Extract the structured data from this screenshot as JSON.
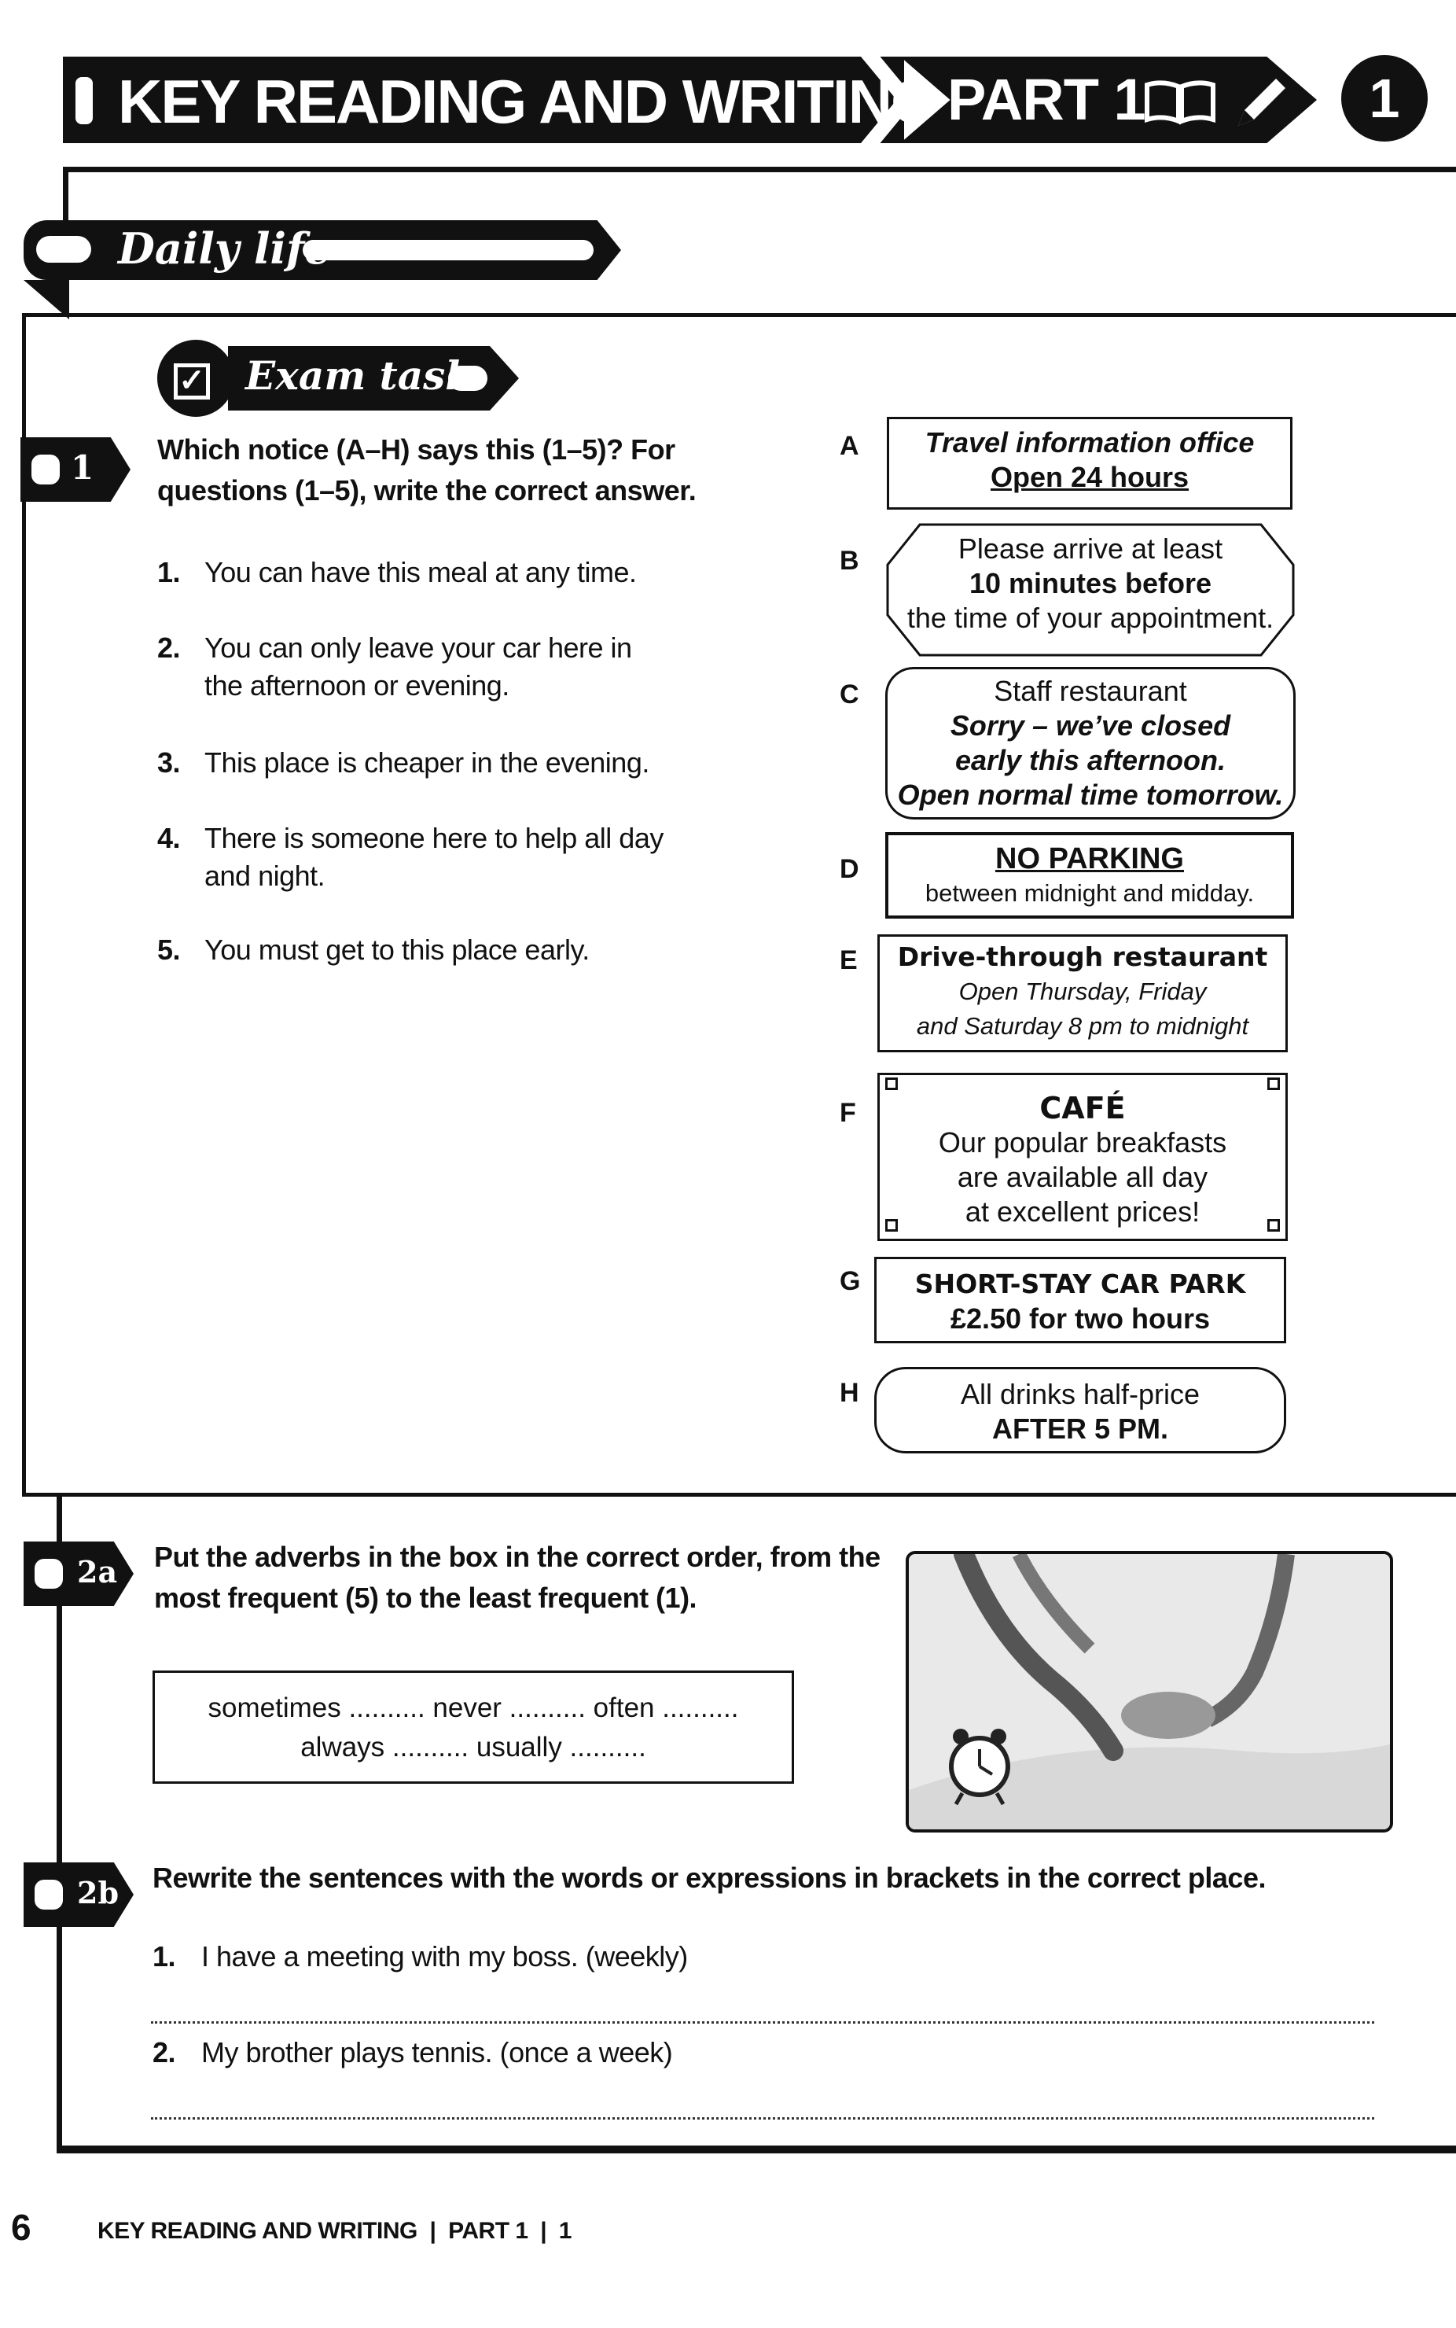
{
  "header": {
    "title": "KEY READING AND WRITING",
    "part": "PART 1",
    "unit_number": "1",
    "icons": [
      "book-icon",
      "pencil-icon"
    ]
  },
  "section": {
    "title": "Daily life"
  },
  "exam_task": {
    "label": "Exam task"
  },
  "q1": {
    "number": "1",
    "instruction_line1": "Which notice (A–H) says this (1–5)? For",
    "instruction_line2": "questions (1–5), write the correct answer.",
    "items": [
      {
        "n": "1.",
        "text": "You can have this meal at any time."
      },
      {
        "n": "2.",
        "text": "You can only leave your car here in the afternoon or evening."
      },
      {
        "n": "3.",
        "text": "This place is cheaper in the evening."
      },
      {
        "n": "4.",
        "text": "There is someone here to help all day and night."
      },
      {
        "n": "5.",
        "text": "You must get to this place early."
      }
    ],
    "notices": {
      "A": {
        "letter": "A",
        "line1": "Travel information office",
        "line2": "Open 24 hours"
      },
      "B": {
        "letter": "B",
        "line1": "Please arrive at least",
        "line2": "10 minutes before",
        "line3": "the time of your appointment."
      },
      "C": {
        "letter": "C",
        "line1": "Staff restaurant",
        "line2": "Sorry – we’ve closed",
        "line3": "early this afternoon.",
        "line4": "Open normal time tomorrow."
      },
      "D": {
        "letter": "D",
        "line1": "NO PARKING",
        "line2": "between midnight and midday."
      },
      "E": {
        "letter": "E",
        "line1": "Drive-through restaurant",
        "line2": "Open Thursday, Friday",
        "line3": "and Saturday 8 pm to midnight"
      },
      "F": {
        "letter": "F",
        "line1": "CAFÉ",
        "line2": "Our popular breakfasts",
        "line3": "are available all day",
        "line4": "at excellent prices!"
      },
      "G": {
        "letter": "G",
        "line1": "SHORT-STAY CAR PARK",
        "line2": "£2.50 for two hours"
      },
      "H": {
        "letter": "H",
        "line1": "All drinks half-price",
        "line2": "AFTER 5 PM."
      }
    }
  },
  "q2a": {
    "number": "2a",
    "instruction_line1": "Put the adverbs in the box in the correct order, from the",
    "instruction_line2": "most frequent (5) to the least frequent (1).",
    "box_line1": "sometimes ..........   never ..........   often ..........",
    "box_line2": "always ..........   usually .........."
  },
  "q2b": {
    "number": "2b",
    "instruction": "Rewrite the sentences with the words or expressions in brackets in the correct place.",
    "items": [
      {
        "n": "1.",
        "text": "I have a meeting with my boss. (weekly)"
      },
      {
        "n": "2.",
        "text": "My brother plays tennis. (once a week)"
      }
    ]
  },
  "footer": {
    "page_number": "6",
    "text": "KEY READING AND WRITING  |  PART 1  |  1"
  }
}
